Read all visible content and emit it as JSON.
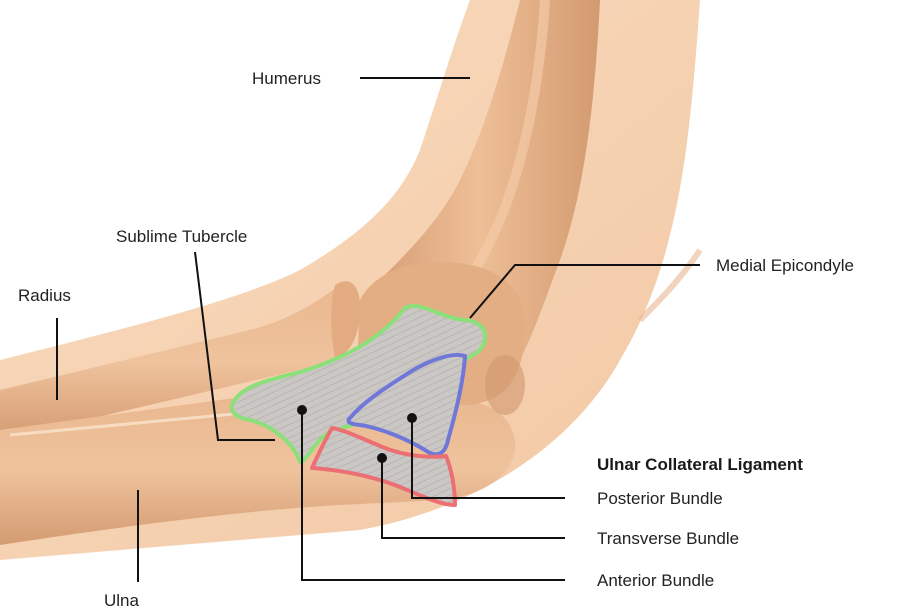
{
  "labels": {
    "humerus": "Humerus",
    "sublime_tubercle": "Sublime Tubercle",
    "medial_epicondyle": "Medial Epicondyle",
    "radius": "Radius",
    "ulna": "Ulna",
    "ucl_heading": "Ulnar Collateral Ligament",
    "posterior_bundle": "Posterior Bundle",
    "transverse_bundle": "Transverse Bundle",
    "anterior_bundle": "Anterior Bundle"
  },
  "colors": {
    "skin": "#f6d2b1",
    "bone": "#e7b48b",
    "bone_shadow": "#c98f65",
    "ligament_fill": "#c9c6c4",
    "anterior_outline": "#8ce07a",
    "posterior_outline": "#6f77d9",
    "transverse_outline": "#ec6f74",
    "leader_line": "#111111"
  }
}
